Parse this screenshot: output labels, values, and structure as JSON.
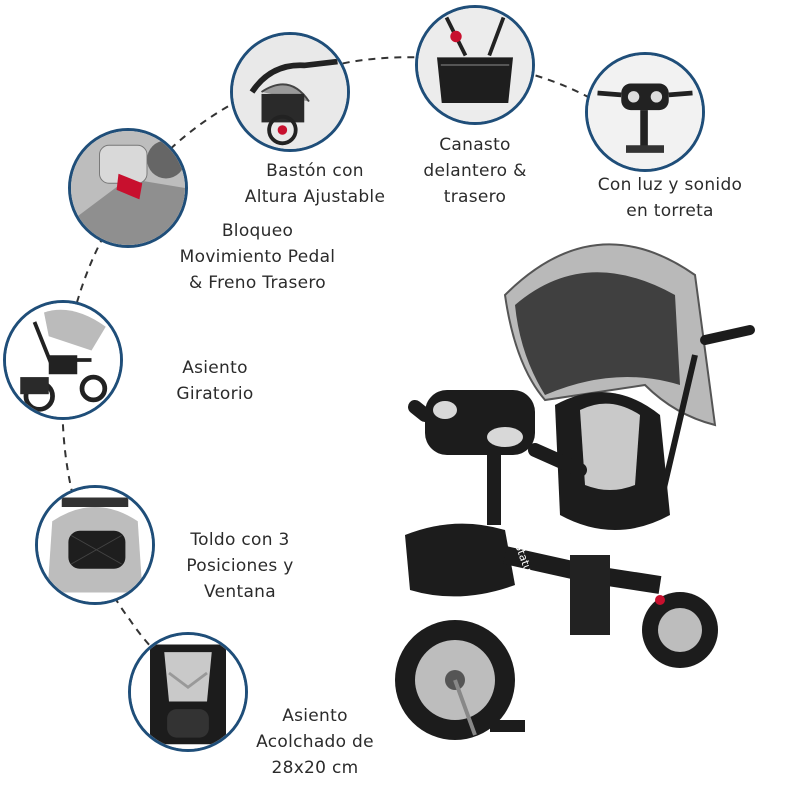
{
  "features": [
    {
      "id": "handle",
      "icon": "push-handle-icon",
      "lines": [
        "Bastón con",
        "Altura Ajustable"
      ]
    },
    {
      "id": "basket",
      "icon": "basket-icon",
      "lines": [
        "Canasto",
        "delantero &",
        "trasero"
      ]
    },
    {
      "id": "light",
      "icon": "light-sound-icon",
      "lines": [
        "Con luz y sonido",
        "en torreta"
      ]
    },
    {
      "id": "lock",
      "icon": "pedal-lock-icon",
      "lines": [
        "Bloqueo",
        "Movimiento Pedal",
        "& Freno Trasero"
      ]
    },
    {
      "id": "swivel",
      "icon": "swivel-seat-icon",
      "lines": [
        "Asiento",
        "Giratorio"
      ]
    },
    {
      "id": "canopy",
      "icon": "canopy-icon",
      "lines": [
        "Toldo con 3",
        "Posiciones y",
        "Ventana"
      ]
    },
    {
      "id": "padded",
      "icon": "padded-seat-icon",
      "lines": [
        "Asiento",
        "Acolchado de",
        "28x20 cm"
      ]
    }
  ],
  "product_brand": "Status Trike",
  "colors": {
    "ring": "#1f4e79",
    "accent": "#c8102e",
    "canopy": "#b9b9b9",
    "frame": "#1c1c1c"
  }
}
